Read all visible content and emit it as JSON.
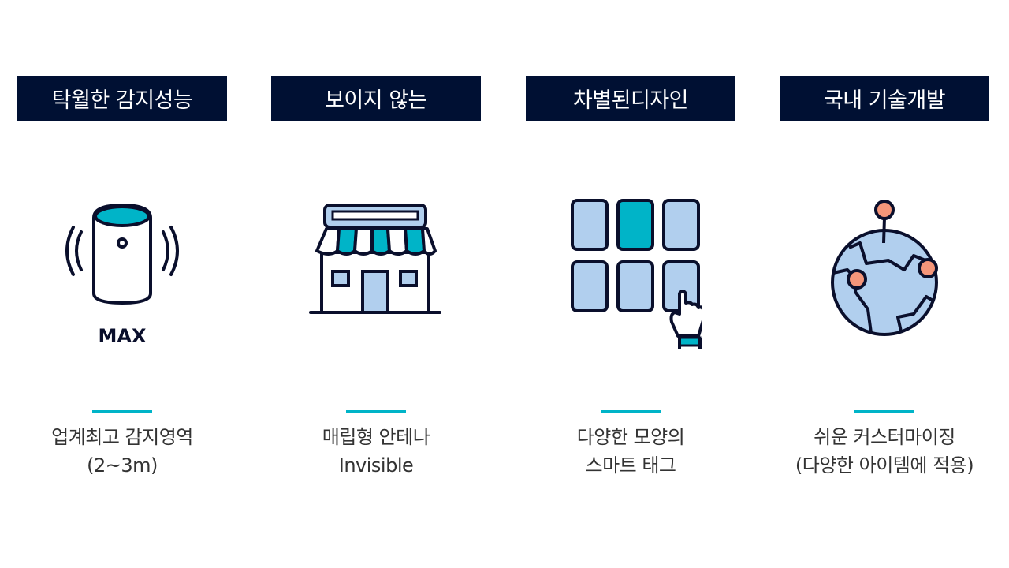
{
  "colors": {
    "navy": "#001033",
    "accent": "#00b4c8",
    "icon_fill": "#b1cfee",
    "pin": "#f4967a"
  },
  "features": [
    {
      "title": "탁월한 감지성능",
      "icon": "sensor-icon",
      "icon_label": "MAX",
      "desc1": "업계최고 감지영역",
      "desc2": "(2~3m)"
    },
    {
      "title": "보이지 않는",
      "icon": "store-icon",
      "desc1": "매립형 안테나",
      "desc2": "Invisible"
    },
    {
      "title": "차별된디자인",
      "icon": "tag-grid-icon",
      "desc1": "다양한 모양의",
      "desc2": "스마트 태그"
    },
    {
      "title": "국내 기술개발",
      "icon": "globe-icon",
      "desc1": "쉬운 커스터마이징",
      "desc2": "(다양한 아이템에 적용)"
    }
  ]
}
